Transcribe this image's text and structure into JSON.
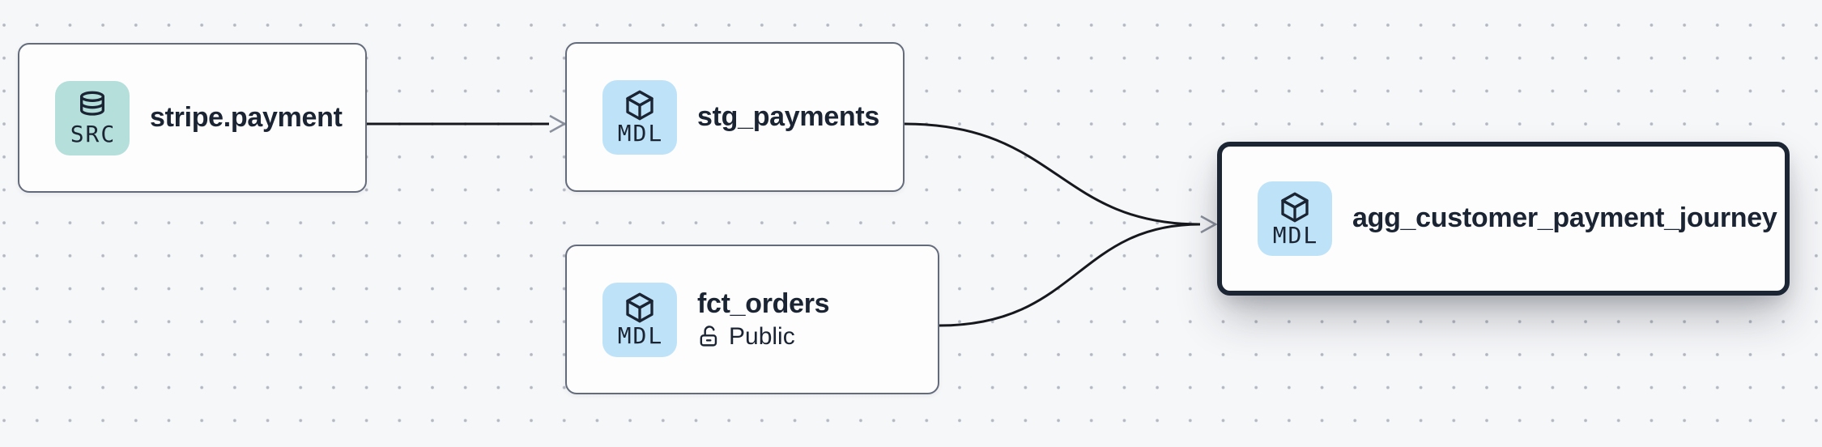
{
  "app": {
    "view": "model-lineage-graph"
  },
  "palette": {
    "canvas_bg": "#f6f7f9",
    "dot_color": "#b4b8c2",
    "node_bg": "#fdfdfe",
    "node_border": "#646c7c",
    "selected_node_border": "#1b2534",
    "edge_color": "#16181d",
    "arrowhead_color": "#8a909c",
    "text_color": "#1b2433",
    "source_badge_bg": "#b5dfda",
    "model_badge_bg": "#bee3f8"
  },
  "nodes": [
    {
      "id": "stripe.payment",
      "label": "stripe.payment",
      "badge": "SRC",
      "badge_icon": "database-icon",
      "type": "source",
      "selected": false
    },
    {
      "id": "stg_payments",
      "label": "stg_payments",
      "badge": "MDL",
      "badge_icon": "cube-icon",
      "type": "model",
      "selected": false
    },
    {
      "id": "fct_orders",
      "label": "fct_orders",
      "badge": "MDL",
      "badge_icon": "cube-icon",
      "type": "model",
      "access": "Public",
      "access_icon": "lock-open-icon",
      "selected": false
    },
    {
      "id": "agg_customer_payment_journey",
      "label": "agg_customer_payment_journey",
      "badge": "MDL",
      "badge_icon": "cube-icon",
      "type": "model",
      "selected": true
    }
  ],
  "edges": [
    {
      "from": "stripe.payment",
      "to": "stg_payments"
    },
    {
      "from": "stg_payments",
      "to": "agg_customer_payment_journey"
    },
    {
      "from": "fct_orders",
      "to": "agg_customer_payment_journey"
    }
  ]
}
